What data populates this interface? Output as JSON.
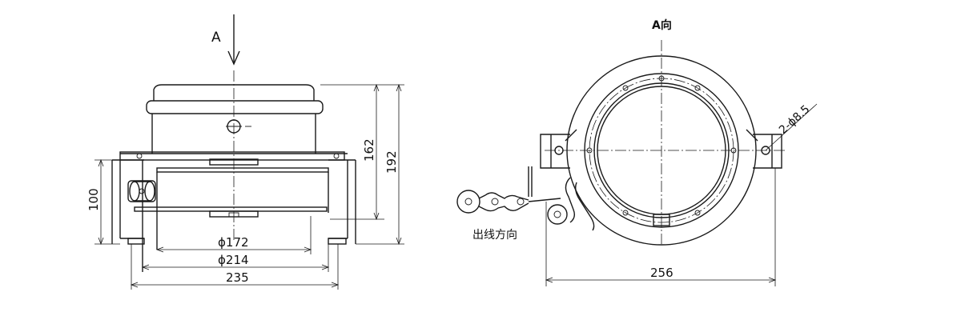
{
  "front_view": {
    "view_arrow_label": "A",
    "dimensions": {
      "height_162": "162",
      "height_192": "192",
      "height_100": "100",
      "dia_172": "ϕ172",
      "dia_214": "ϕ214",
      "width_235": "235"
    }
  },
  "side_view": {
    "view_title": "A向",
    "hole_callout": "2-ϕ8.5",
    "outlet_label": "出线方向",
    "width_256": "256"
  }
}
